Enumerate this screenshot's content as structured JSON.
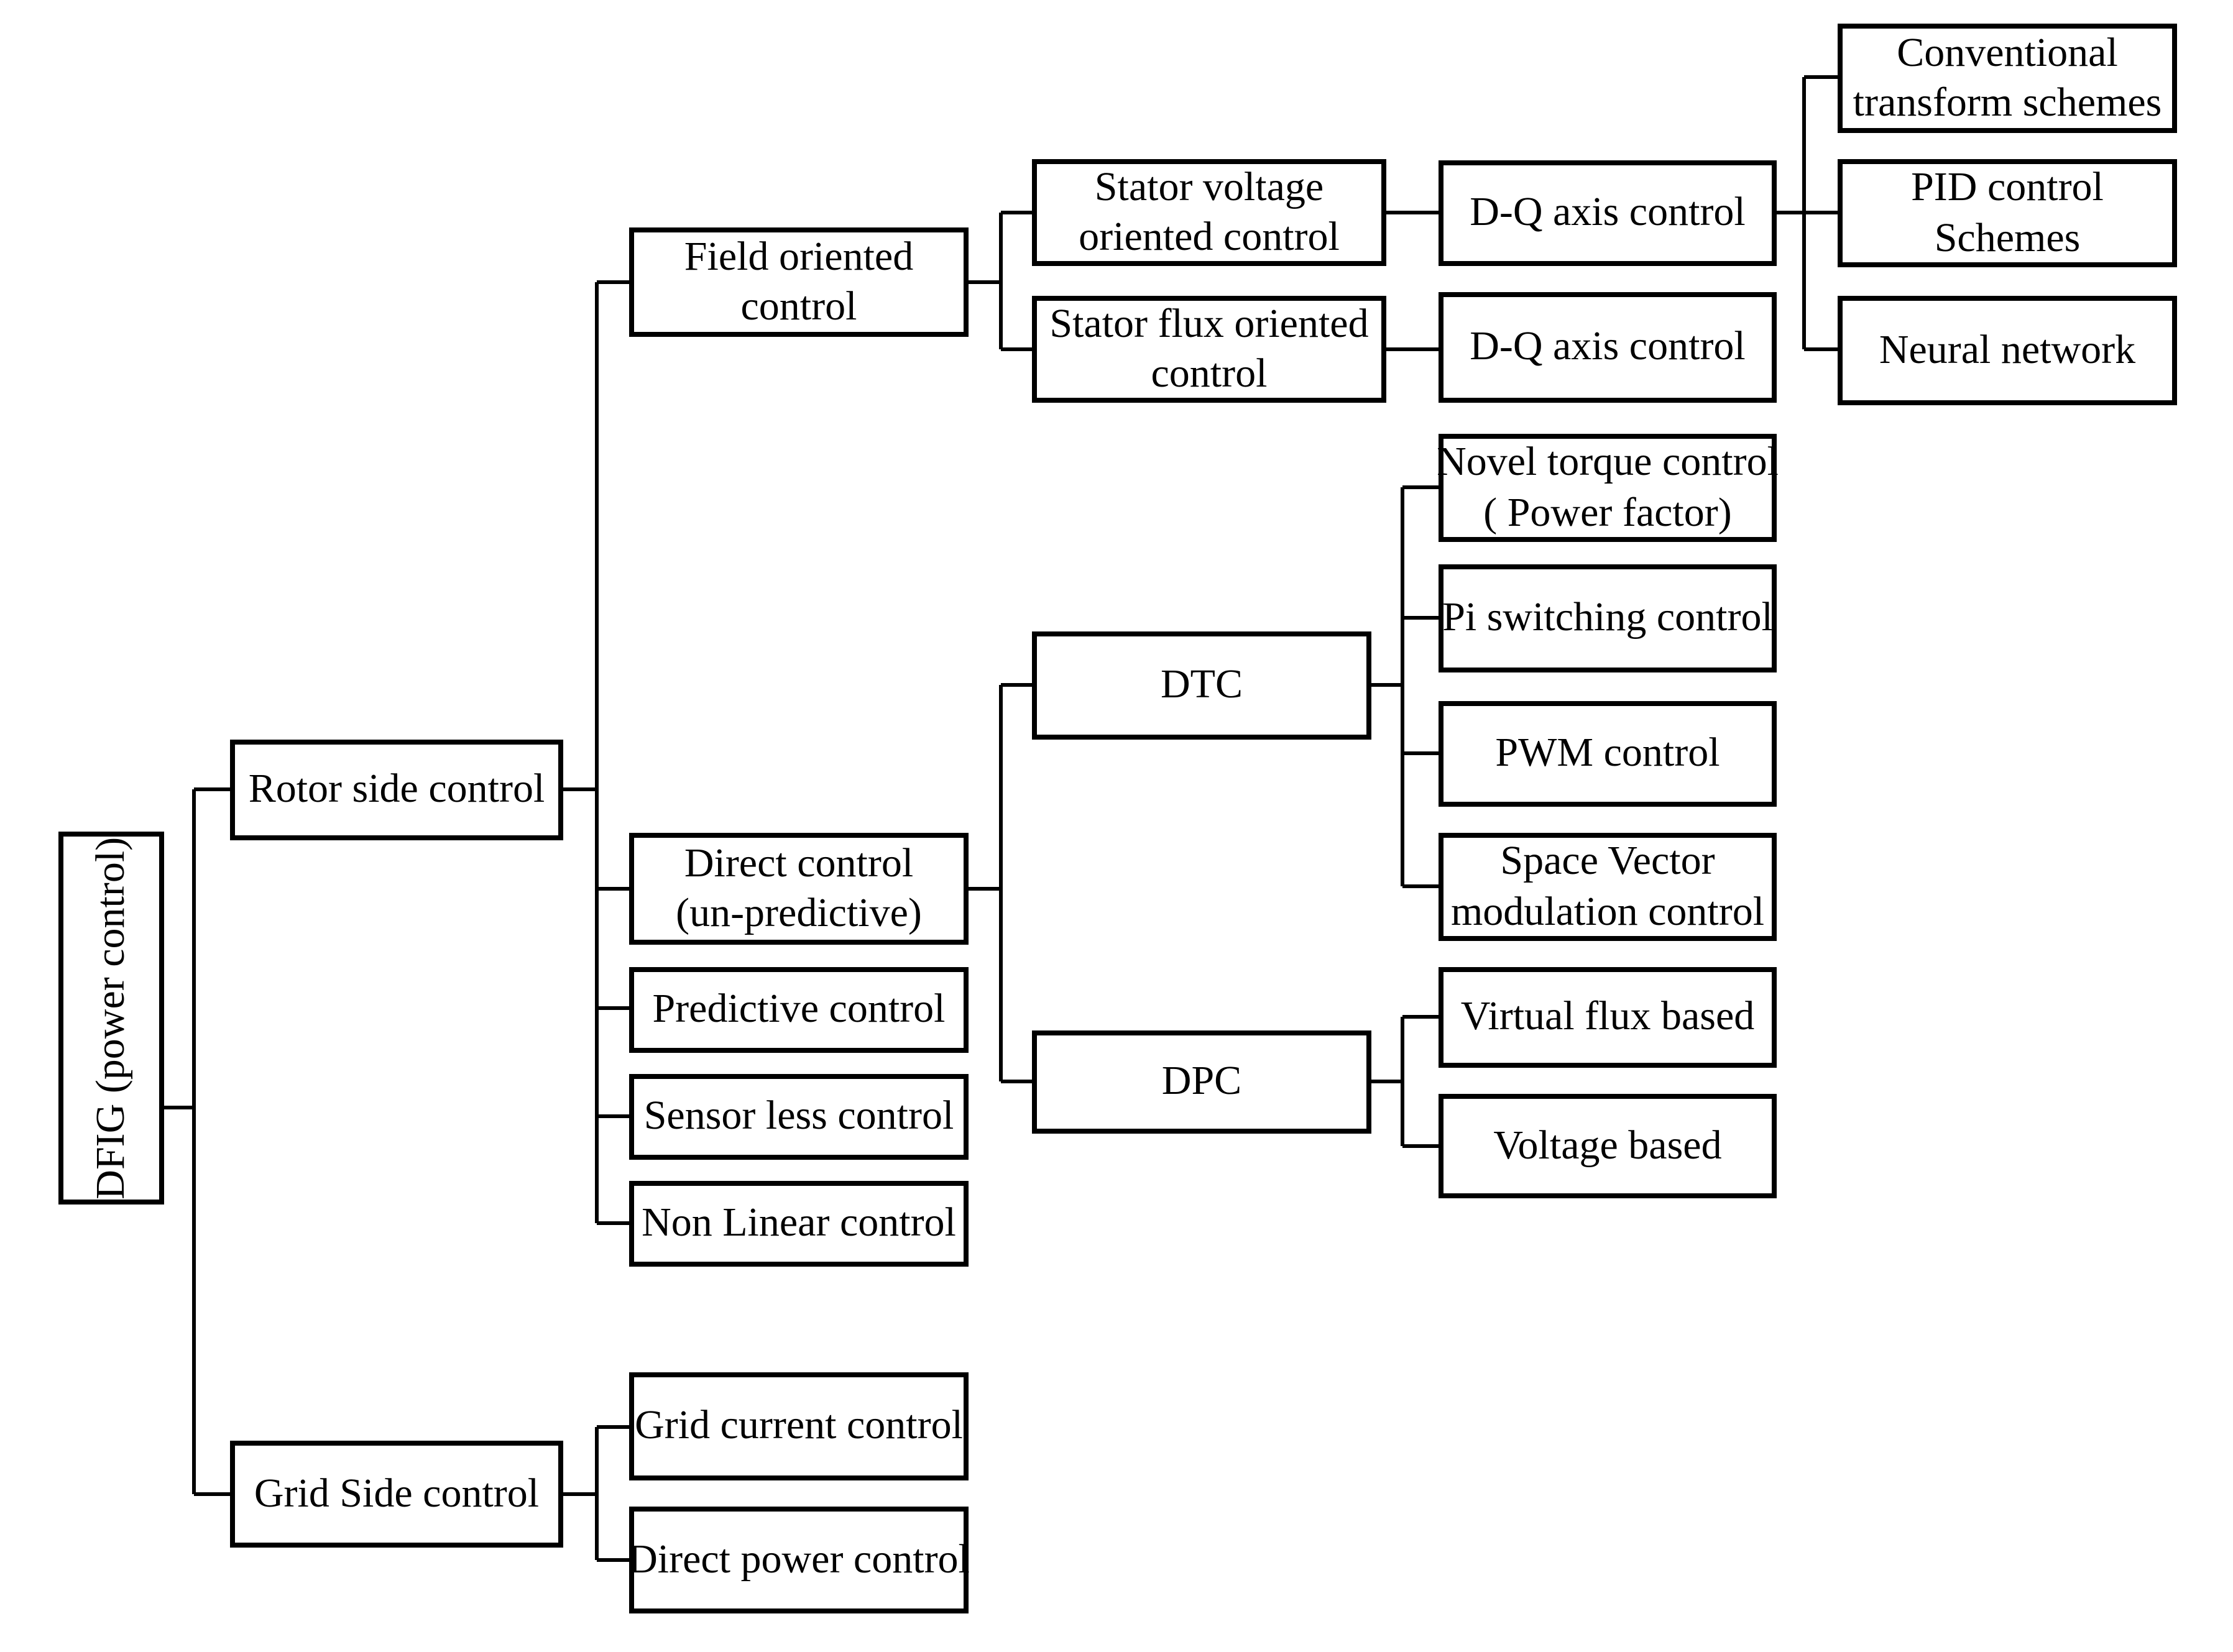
{
  "diagram": {
    "title": "DFIG power control classification tree",
    "background_color": "#ffffff",
    "box_border_color": "#000000",
    "line_color": "#000000",
    "text_color": "#000000",
    "nodes": {
      "dfig": "DFIG (power control)",
      "rotor_side": "Rotor side control",
      "grid_side": "Grid Side control",
      "field_oriented": "Field oriented\ncontrol",
      "direct_control": "Direct control\n(un-predictive)",
      "predictive": "Predictive control",
      "sensor_less": "Sensor less control",
      "non_linear": "Non Linear control",
      "grid_current": "Grid current control",
      "direct_power": "Direct power control",
      "stator_voltage": "Stator voltage\noriented control",
      "stator_flux": "Stator flux oriented\ncontrol",
      "dtc": "DTC",
      "dpc": "DPC",
      "dq_axis_1": "D-Q axis control",
      "dq_axis_2": "D-Q axis control",
      "novel_torque": "Novel torque control\n( Power factor)",
      "pi_switching": "Pi switching control",
      "pwm": "PWM control",
      "space_vector": "Space Vector\nmodulation control",
      "virtual_flux": "Virtual flux based",
      "voltage_based": "Voltage based",
      "conventional": "Conventional\ntransform schemes",
      "pid": "PID control\nSchemes",
      "neural": "Neural network"
    }
  }
}
